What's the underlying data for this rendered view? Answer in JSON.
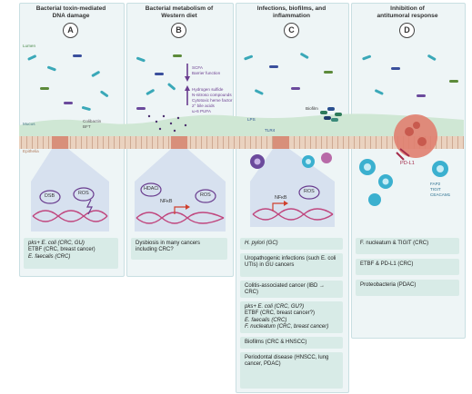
{
  "panels": [
    {
      "letter": "A",
      "title": "Bacterial toxin-mediated\nDNA damage"
    },
    {
      "letter": "B",
      "title": "Bacterial metabolism of\nWestern diet"
    },
    {
      "letter": "C",
      "title": "Infections, biofilms, and\ninflammation"
    },
    {
      "letter": "D",
      "title": "Inhibition of\nantitumoral response"
    }
  ],
  "labels": {
    "lumen": "Lumen",
    "mucus": "Mucus",
    "epithelia": "Epithelia",
    "colibactin": "Colibactin",
    "bft": "BFT",
    "dsb": "DSB",
    "ros": "ROS",
    "hdaci": "HDACi",
    "nfkb": "NFκB",
    "scfa": "SCFA",
    "barrier": "Barrier function",
    "hydrogen_sulfide": "Hydrogen sulfide",
    "nnitroso": "N-nitroso compounds",
    "cytotoxic_heme": "Cytotoxic heme factor",
    "bile_acids": "2° bile acids",
    "pufa": "ω-6 PUFA",
    "lps": "LPS",
    "tlr4": "TLR4",
    "biofilm": "Biofilm",
    "pdl1": "PD-L1",
    "fap2": "FAP2",
    "tigit": "TIGIT",
    "ceacam1": "CEACAM1"
  },
  "boxes": {
    "A": [
      {
        "lines": [
          {
            "t": "pks+ E. coli (CRC, GU)",
            "i": true
          },
          {
            "t": "ETBF (CRC, breast cancer)"
          },
          {
            "t": "E. faecalis (CRC)",
            "i": true
          }
        ]
      }
    ],
    "B": [
      {
        "lines": [
          {
            "t": "Dysbiosis in many cancers including CRC?"
          }
        ]
      }
    ],
    "C": [
      {
        "lines": [
          {
            "t": "H. pylori (GC)",
            "i": true
          }
        ]
      },
      {
        "lines": [
          {
            "t": "Uropathogenic infections (such E. coli UTIs) in GU cancers"
          }
        ]
      },
      {
        "lines": [
          {
            "t": "Colitis-associated cancer (IBD → CRC)"
          }
        ]
      },
      {
        "lines": [
          {
            "t": "pks+ E. coli (CRC, GU?)",
            "i": true
          },
          {
            "t": "ETBF (CRC, breast cancer?)"
          },
          {
            "t": "E. faecalis (CRC)",
            "i": true
          },
          {
            "t": "F. nucleatum (CRC, breast cancer)",
            "i": true
          }
        ]
      },
      {
        "lines": [
          {
            "t": "Biofilms (CRC & HNSCC)"
          }
        ]
      },
      {
        "lines": [
          {
            "t": "Periodontal disease (HNSCC, lung cancer, PDAC)"
          }
        ]
      }
    ],
    "D": [
      {
        "lines": [
          {
            "t": "F. nucleatum & TIGIT (CRC)"
          }
        ]
      },
      {
        "lines": [
          {
            "t": "ETBF & PD-L1 (CRC)"
          }
        ]
      },
      {
        "lines": [
          {
            "t": "Proteobacteria (PDAC)"
          }
        ]
      }
    ]
  },
  "colors": {
    "panel_bg": "#eef5f6",
    "box_bg": "#d8ebe7",
    "mucus": "#cfe7d4",
    "epithelium": "#e6c9b3",
    "dna": "#c0467e",
    "purple": "#6a3d8f",
    "tumor": "#e07f70"
  }
}
